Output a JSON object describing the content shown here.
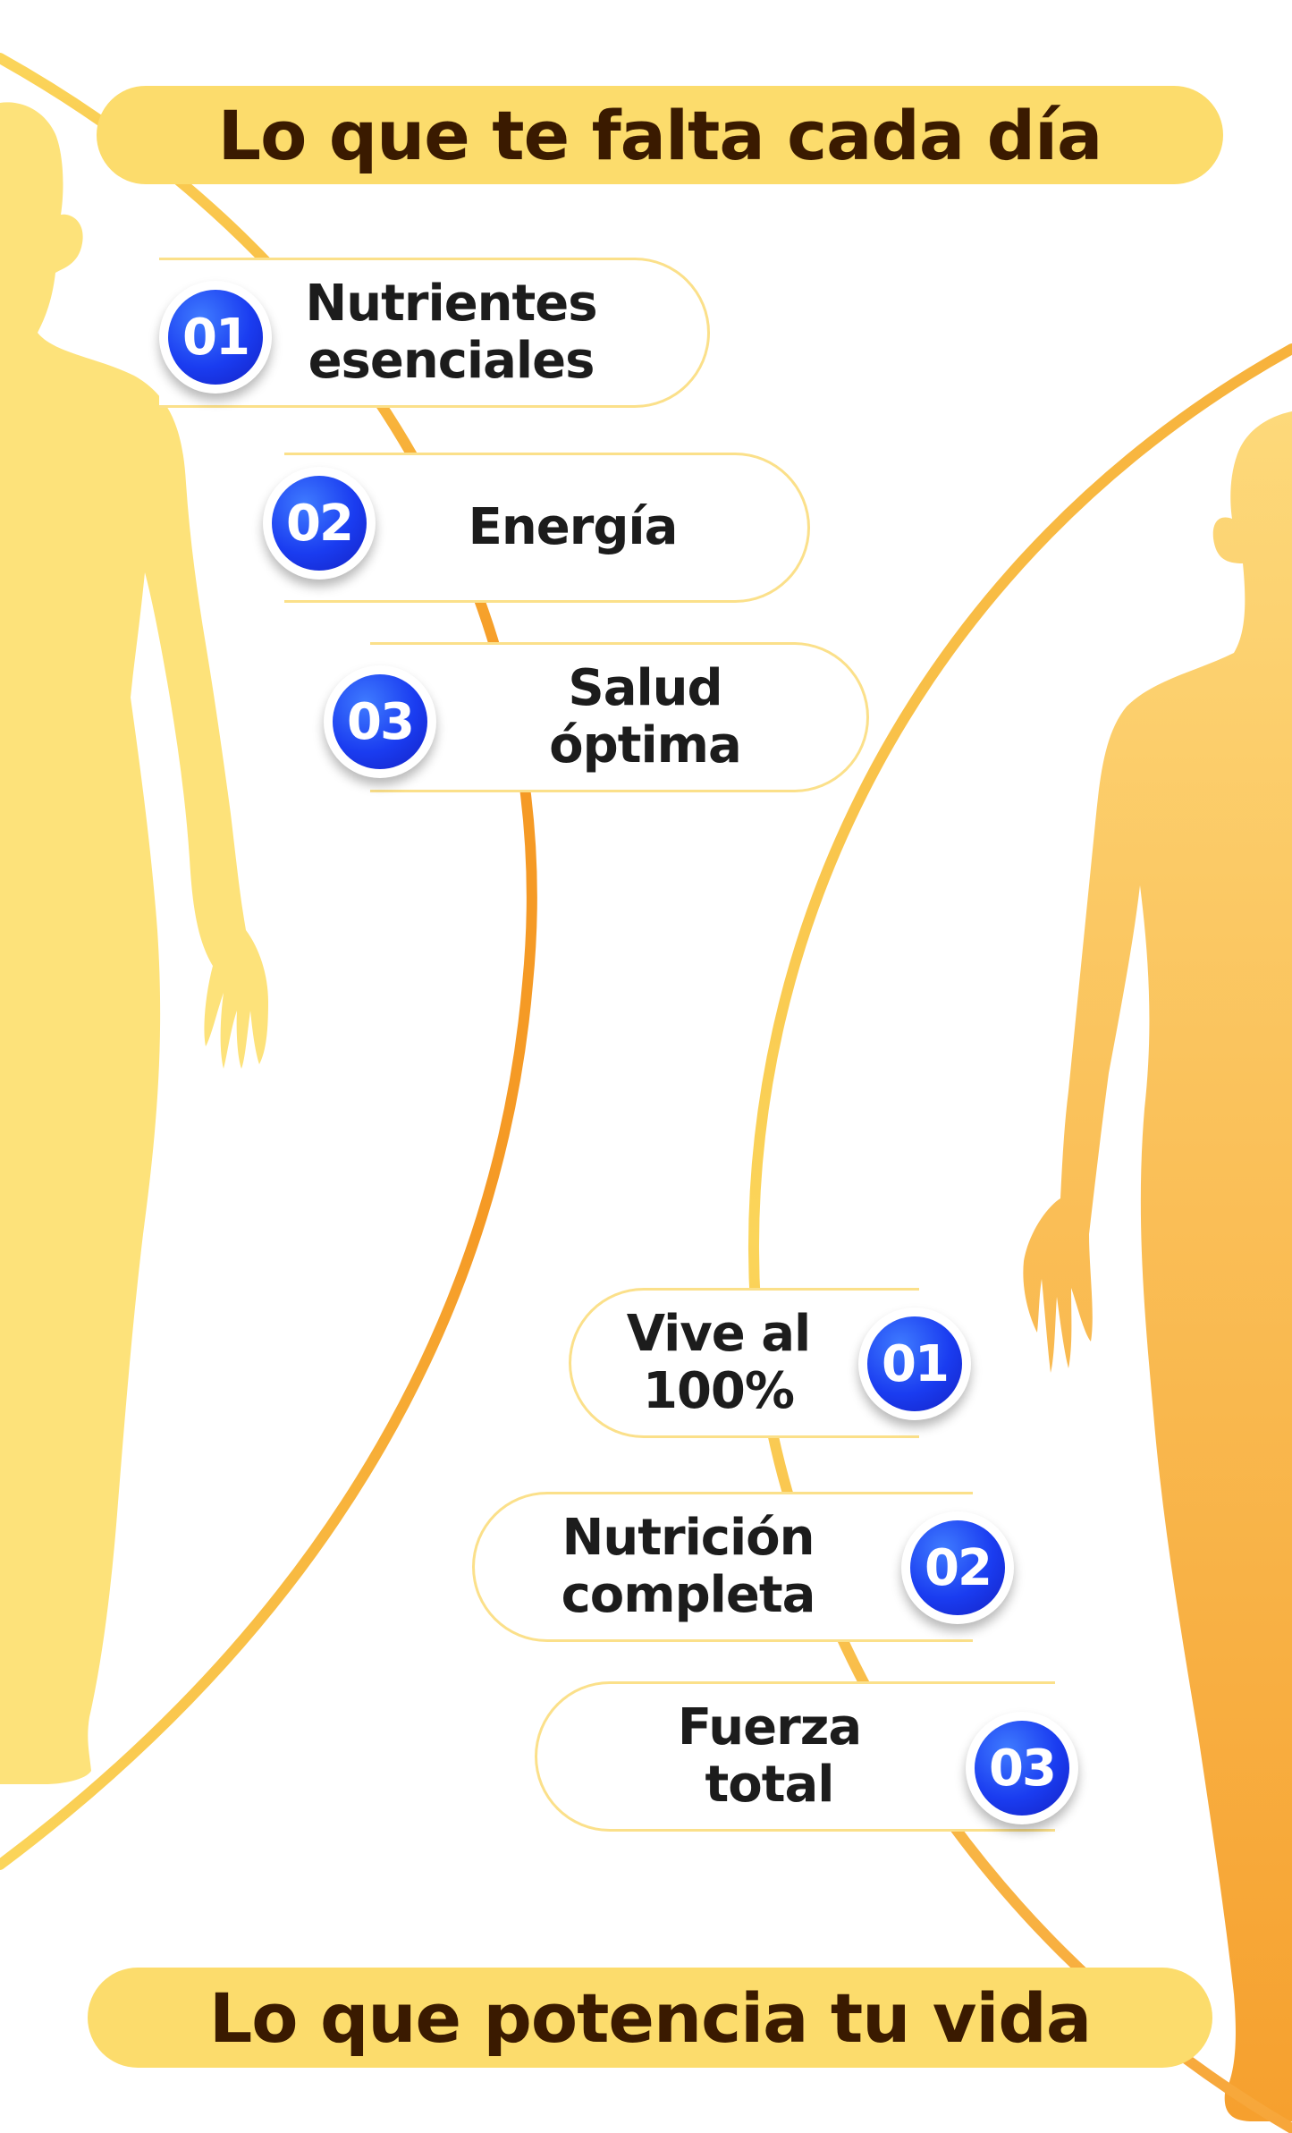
{
  "top_section": {
    "title": "Lo que te falta cada día",
    "items": [
      {
        "number": "01",
        "label": "Nutrientes esenciales"
      },
      {
        "number": "02",
        "label": "Energía"
      },
      {
        "number": "03",
        "label": "Salud óptima"
      }
    ]
  },
  "bottom_section": {
    "title": "Lo que potencia tu vida",
    "items": [
      {
        "number": "01",
        "label": "Vive al 100%"
      },
      {
        "number": "02",
        "label": "Nutrición completa"
      },
      {
        "number": "03",
        "label": "Fuerza total"
      }
    ]
  },
  "colors": {
    "banner": "#fcdc6c",
    "title_text": "#3a1a00",
    "silhouette_light": "#fde27a",
    "silhouette_dark": "#f5a232",
    "badge": "#1a3cf0",
    "curve_orange": "#f59a25",
    "curve_yellow": "#fbd55a"
  }
}
